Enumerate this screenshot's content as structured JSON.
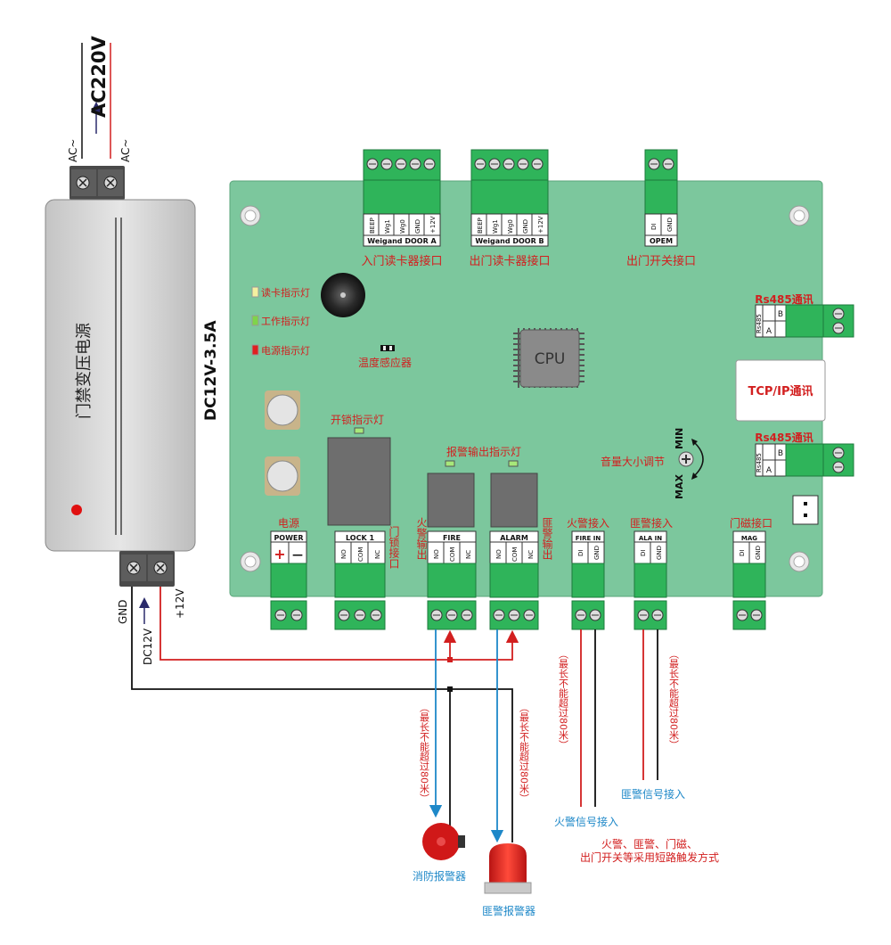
{
  "power_supply": {
    "name": "门禁变压电源",
    "input_voltage": "AC220V",
    "ac_left": "AC~",
    "ac_right": "AC~",
    "output_rating": "DC12V-3.5A",
    "gnd_label": "GND",
    "dc_label": "DC12V",
    "plus_label": "+12V"
  },
  "board": {
    "cpu_label": "CPU",
    "wiegand_a": {
      "pins": [
        "BEEP",
        "Wg1",
        "Wg0",
        "GND",
        "+12V"
      ],
      "name": "Weigand DOOR A",
      "caption": "入门读卡器接口"
    },
    "wiegand_b": {
      "pins": [
        "BEEP",
        "Wg1",
        "Wg0",
        "GND",
        "+12V"
      ],
      "name": "Weigand DOOR B",
      "caption": "出门读卡器接口"
    },
    "open_button": {
      "pins": [
        "DI",
        "GND"
      ],
      "name": "OPEM",
      "caption": "出门开关接口"
    },
    "indicators": [
      {
        "label": "读卡指示灯",
        "color": "#f4f0a0"
      },
      {
        "label": "工作指示灯",
        "color": "#7fd44a"
      },
      {
        "label": "电源指示灯",
        "color": "#e02020"
      }
    ],
    "temp_sensor_label": "温度感应器",
    "unlock_led_label": "开锁指示灯",
    "alarm_led_label": "报警输出指示灯",
    "volume_label": "音量大小调节",
    "volume_min": "MIN",
    "volume_max": "MAX",
    "rs485_top": {
      "title": "Rs485通讯",
      "side": "Rs485",
      "pins": [
        "A",
        "B"
      ]
    },
    "tcpip_label": "TCP/IP通讯",
    "rs485_bottom": {
      "title": "Rs485通讯",
      "side": "Rs485",
      "pins": [
        "A",
        "B"
      ]
    },
    "power_conn": {
      "title": "电源",
      "name": "POWER",
      "plus": "+",
      "minus": "—"
    },
    "lock_conn": {
      "name": "LOCK 1",
      "pins": [
        "NO",
        "COM",
        "NC"
      ],
      "side": "门锁接口"
    },
    "fire_conn": {
      "name": "FIRE",
      "pins": [
        "NO",
        "COM",
        "NC"
      ],
      "side": "火警输出"
    },
    "alarm_conn": {
      "name": "ALARM",
      "pins": [
        "NO",
        "COM",
        "NC"
      ],
      "side": "匪警输出"
    },
    "fire_in": {
      "title": "火警接入",
      "name": "FIRE IN",
      "pins": [
        "DI",
        "GND"
      ]
    },
    "ala_in": {
      "title": "匪警接入",
      "name": "ALA IN",
      "pins": [
        "DI",
        "GND"
      ]
    },
    "mag": {
      "title": "门磁接口",
      "name": "MAG",
      "pins": [
        "DI",
        "GND"
      ]
    }
  },
  "wiring": {
    "max_len_note": "（最长不能超过80米）",
    "fire_signal": "火警信号接入",
    "alarm_signal": "匪警信号接入",
    "trigger_note_1": "火警、匪警、门磁、",
    "trigger_note_2": "出门开关等采用短路触发方式",
    "fire_siren": "消防报警器",
    "alarm_siren": "匪警报警器"
  },
  "colors": {
    "board": "#7cc79d",
    "terminal": "#2fb45a",
    "wire_red": "#d21f1f",
    "wire_blue": "#1e88c8"
  }
}
